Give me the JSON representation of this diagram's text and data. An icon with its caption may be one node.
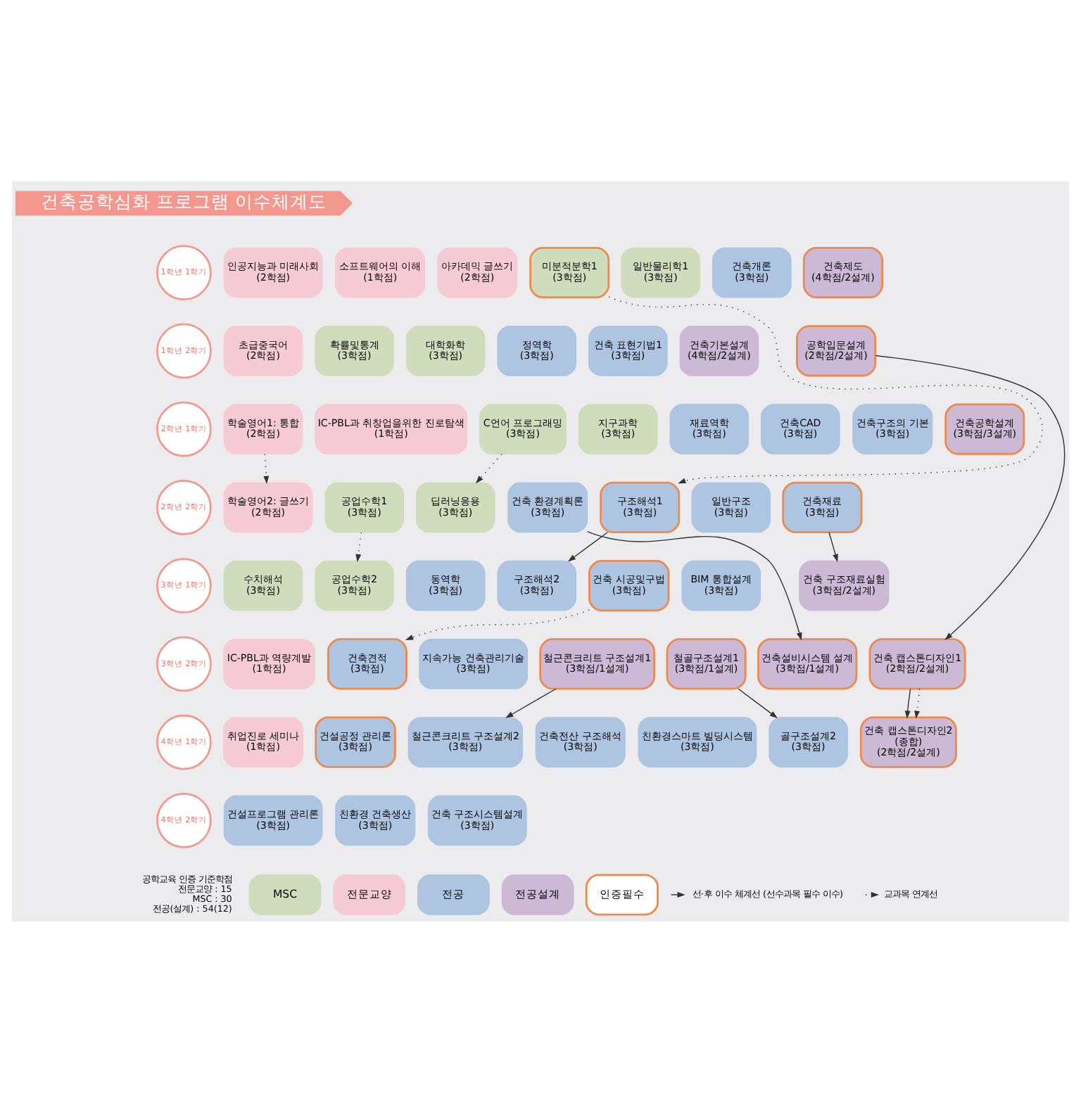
{
  "diagram": {
    "title": "건축공학심화 프로그램 이수체계도",
    "nodes": [
      {
        "text": [
          "1학년 1학기"
        ]
      },
      {
        "text": [
          "인공지능과 미래사회",
          "(2학점)"
        ]
      },
      {
        "text": [
          "소프트웨어의 이해",
          "(1학점)"
        ]
      },
      {
        "text": [
          "아카데믹 글쓰기",
          "(2학점)"
        ]
      },
      {
        "text": [
          "미분적분학1",
          "(3학점)"
        ]
      },
      {
        "text": [
          "일반물리학1",
          "(3학점)"
        ]
      },
      {
        "text": [
          "건축개론",
          "(3학점)"
        ]
      },
      {
        "text": [
          "건축제도",
          "(4학점/2설계)"
        ]
      },
      {
        "text": [
          "1학년 2학기"
        ]
      },
      {
        "text": [
          "초급중국어",
          "(2학점)"
        ]
      },
      {
        "text": [
          "확률및통계",
          "(3학점)"
        ]
      },
      {
        "text": [
          "대학화학",
          "(3학점)"
        ]
      },
      {
        "text": [
          "정역학",
          "(3학점)"
        ]
      },
      {
        "text": [
          "건축 표현기법1",
          "(3학점)"
        ]
      },
      {
        "text": [
          "건축기본설계",
          "(4학점/2설계)"
        ]
      },
      {
        "text": [
          "공학입문설계",
          "(2학점/2설계)"
        ]
      },
      {
        "text": [
          "2학년 1학기"
        ]
      },
      {
        "text": [
          "학술영어1: 통합",
          "(2학점)"
        ]
      },
      {
        "text": [
          "IC-PBL과 취창업을위한 진로탐색",
          "(1학점)"
        ]
      },
      {
        "text": [
          "C언어 프로그래밍",
          "(3학점)"
        ]
      },
      {
        "text": [
          "지구과학",
          "(3학점)"
        ]
      },
      {
        "text": [
          "재료역학",
          "(3학점)"
        ]
      },
      {
        "text": [
          "건축CAD",
          "(3학점)"
        ]
      },
      {
        "text": [
          "건축구조의 기본",
          "(3학점)"
        ]
      },
      {
        "text": [
          "건축공학설계",
          "(3학점/3설계)"
        ]
      },
      {
        "text": [
          "2학년 2학기"
        ]
      },
      {
        "text": [
          "학술영어2: 글쓰기",
          "(2학점)"
        ]
      },
      {
        "text": [
          "공업수학1",
          "(3학점)"
        ]
      },
      {
        "text": [
          "딥러닝응용",
          "(3학점)"
        ]
      },
      {
        "text": [
          "건축 환경계획론",
          "(3학점)"
        ]
      },
      {
        "text": [
          "구조해석1",
          "(3학점)"
        ]
      },
      {
        "text": [
          "일반구조",
          "(3학점)"
        ]
      },
      {
        "text": [
          "건축재료",
          "(3학점)"
        ]
      },
      {
        "text": [
          "3학년 1학기"
        ]
      },
      {
        "text": [
          "수치해석",
          "(3학점)"
        ]
      },
      {
        "text": [
          "공업수학2",
          "(3학점)"
        ]
      },
      {
        "text": [
          "동역학",
          "(3학점)"
        ]
      },
      {
        "text": [
          "구조해석2",
          "(3학점)"
        ]
      },
      {
        "text": [
          "건축 시공및구법",
          "(3학점)"
        ]
      },
      {
        "text": [
          "BIM 통합설계",
          "(3학점)"
        ]
      },
      {
        "text": [
          "건축 구조재료실험",
          "(3학점/2설계)"
        ]
      },
      {
        "text": [
          "3학년 2학기"
        ]
      },
      {
        "text": [
          "IC-PBL과 역량계발",
          "(1학점)"
        ]
      },
      {
        "text": [
          "건축견적",
          "(3학점)"
        ]
      },
      {
        "text": [
          "지속가능 건축관리기술",
          "(3학점)"
        ]
      },
      {
        "text": [
          "철근콘크리트 구조설계1",
          "(3학점/1설계)"
        ]
      },
      {
        "text": [
          "철골구조설계1",
          "(3학점/1설계)"
        ]
      },
      {
        "text": [
          "건축설비시스템 설계",
          "(3학점/1설계)"
        ]
      },
      {
        "text": [
          "건축 캡스톤디자인1",
          "(2학점/2설계)"
        ]
      },
      {
        "text": [
          "4학년 1학기"
        ]
      },
      {
        "text": [
          "취업진로 세미나",
          "(1학점)"
        ]
      },
      {
        "text": [
          "건설공정 관리론",
          "(3학점)"
        ]
      },
      {
        "text": [
          "철근콘크리트 구조설계2",
          "(3학점)"
        ]
      },
      {
        "text": [
          "건축전산 구조해석",
          "(3학점)"
        ]
      },
      {
        "text": [
          "친환경스마트 빌딩시스템",
          "(3학점)"
        ]
      },
      {
        "text": [
          "골구조설계2",
          "(3학점)"
        ]
      },
      {
        "text": [
          "건축 캡스톤디자인2",
          "(종합)",
          "(2학점/2설계)"
        ]
      },
      {
        "text": [
          "4학년 2학기"
        ]
      },
      {
        "text": [
          "건설프로그램 관리론",
          "(3학점)"
        ]
      },
      {
        "text": [
          "친환경 건축생산",
          "(3학점)"
        ]
      },
      {
        "text": [
          "건축 구조시스템설계",
          "(3학점)"
        ]
      }
    ],
    "edges": [
      {
        "from": 4,
        "to": 30,
        "arrow": "to",
        "style": "dashed"
      },
      {
        "from": 15,
        "to": 48,
        "arrow": "to"
      },
      {
        "from": 17,
        "to": 26,
        "arrow": "to",
        "style": "dashed"
      },
      {
        "from": 19,
        "to": 28,
        "arrow": "to",
        "style": "dashed"
      },
      {
        "from": 27,
        "to": 35,
        "arrow": "to",
        "style": "dashed"
      },
      {
        "from": 30,
        "to": 37,
        "arrow": "to"
      },
      {
        "from": 29,
        "to": 47,
        "arrow": "to"
      },
      {
        "from": 32,
        "to": 40,
        "arrow": "to"
      },
      {
        "from": 38,
        "to": 43,
        "arrow": "to",
        "style": "dashed"
      },
      {
        "from": 45,
        "to": 52,
        "arrow": "to"
      },
      {
        "from": 46,
        "to": 55,
        "arrow": "to"
      },
      {
        "from": 48,
        "to": 56,
        "arrow": "to"
      },
      {
        "from": 48,
        "to": 56,
        "arrow": "to",
        "style": "dashed"
      }
    ],
    "labels": [
      "공학교육 인증 기준학점",
      "전문교양 : 15",
      "MSC : 30",
      "전공(설계) : 54(12)"
    ],
    "legend": [
      {
        "text": "MSC",
        "color": "#d0ddbd"
      },
      {
        "text": "전문교양",
        "color": "#f7cbd6"
      },
      {
        "text": "전공",
        "color": "#adc5e0"
      },
      {
        "text": "전공설계",
        "color": "#cbb9d5"
      },
      {
        "text": "인증필수"
      },
      {
        "text": "선·후 이수 체계선 (선수과목 필수 이수)"
      },
      {
        "text": "교과목 연계선"
      }
    ]
  }
}
